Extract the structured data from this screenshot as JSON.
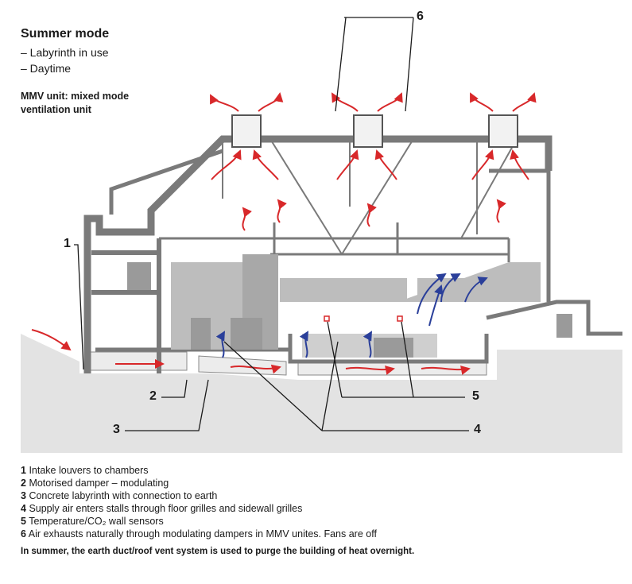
{
  "header": {
    "title": "Summer mode",
    "lines": [
      "– Labyrinth in use",
      "– Daytime"
    ],
    "mmv": [
      "MMV unit: mixed mode",
      "ventilation unit"
    ]
  },
  "callouts": [
    "1",
    "2",
    "3",
    "4",
    "5",
    "6"
  ],
  "legend": [
    {
      "num": "1",
      "text": "Intake louvers to chambers"
    },
    {
      "num": "2",
      "text": "Motorised damper – modulating"
    },
    {
      "num": "3",
      "text": "Concrete labyrinth with connection to earth"
    },
    {
      "num": "4",
      "text": "Supply air enters stalls through floor grilles and sidewall grilles"
    },
    {
      "num": "5",
      "text": "Temperature/CO₂ wall sensors"
    },
    {
      "num": "6",
      "text": "Air exhausts naturally through modulating dampers in MMV unites. Fans are off"
    }
  ],
  "footnote": "In summer, the earth duct/roof vent system is used to purge the building of heat overnight.",
  "colors": {
    "warm_air": "#d8282a",
    "cool_air": "#2a3f9a",
    "structure": "#7a7a7a",
    "ground": "#e3e3e3",
    "interior": "#bdbdbd"
  }
}
